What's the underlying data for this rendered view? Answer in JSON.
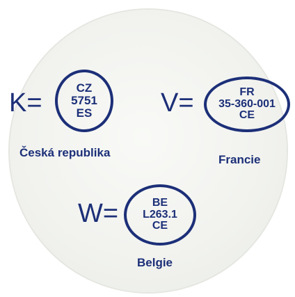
{
  "stamps": [
    {
      "prefix": "K=",
      "lines": [
        "CZ",
        "5751",
        "ES"
      ],
      "country": "Česká republika"
    },
    {
      "prefix": "V=",
      "lines": [
        "FR",
        "35-360-001",
        "CE"
      ],
      "country": "Francie"
    },
    {
      "prefix": "W=",
      "lines": [
        "BE",
        "L263.1",
        "CE"
      ],
      "country": "Belgie"
    }
  ],
  "colors": {
    "ink": "#1c2f78",
    "background": "#f1f2ee"
  }
}
